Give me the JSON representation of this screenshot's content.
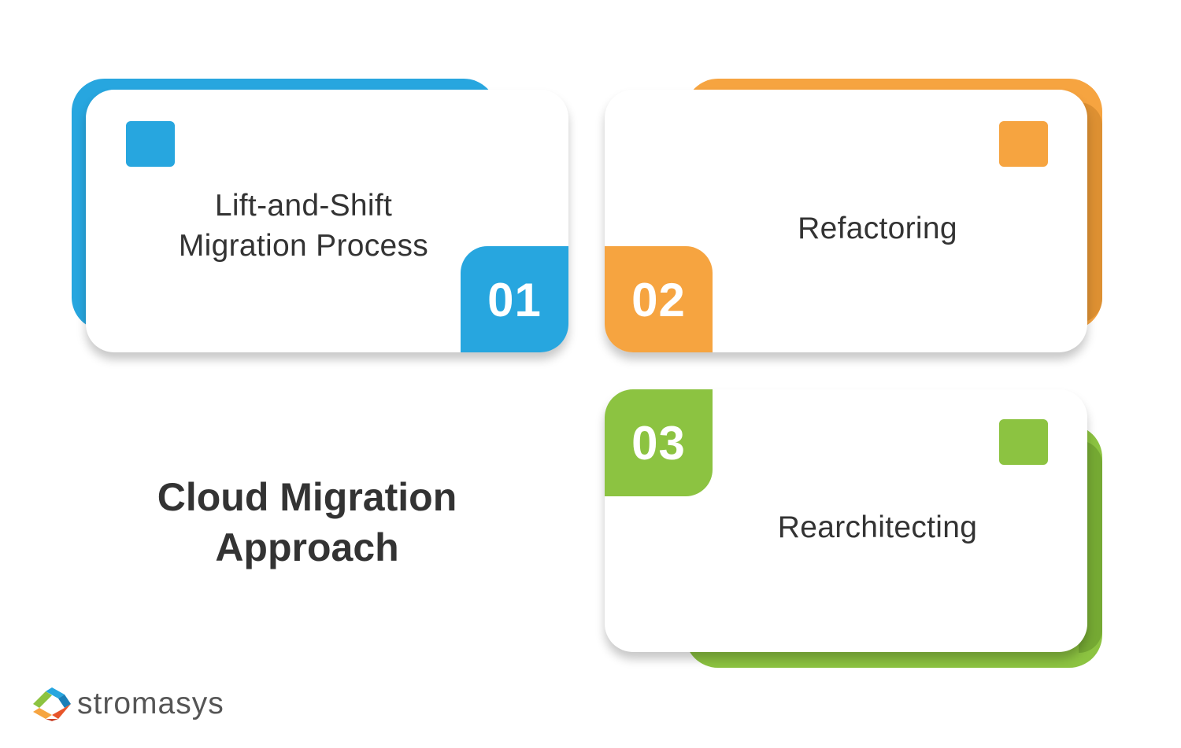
{
  "title": {
    "line1": "Cloud Migration",
    "line2": "Approach"
  },
  "steps": [
    {
      "number": "01",
      "label_line1": "Lift-and-Shift",
      "label_line2": "Migration Process",
      "color": "#27a6df"
    },
    {
      "number": "02",
      "label": "Refactoring",
      "color": "#f6a440"
    },
    {
      "number": "03",
      "label": "Rearchitecting",
      "color": "#8cc341"
    }
  ],
  "brand": {
    "name": "stromasys",
    "icon": "stromasys-logo-icon"
  }
}
